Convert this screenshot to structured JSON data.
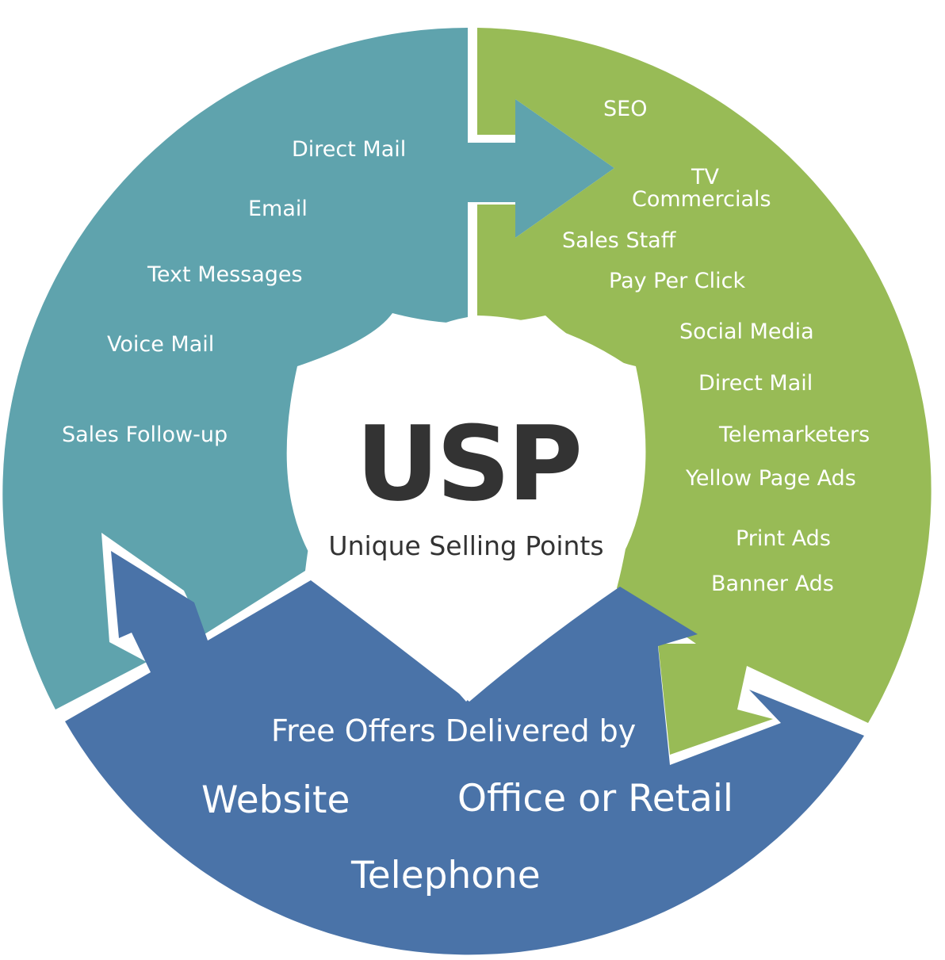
{
  "colors": {
    "teal": "#5fa3ad",
    "green": "#98bb56",
    "blue": "#4a73a8",
    "center": "#ffffff",
    "center_text": "#333333",
    "label_text": "#ffffff"
  },
  "center": {
    "title": "USP",
    "subtitle": "Unique Selling Points"
  },
  "teal_section": {
    "items": [
      "Direct Mail",
      "Email",
      "Text Messages",
      "Voice Mail",
      "Sales Follow-up"
    ]
  },
  "green_section": {
    "items": [
      "SEO",
      "TV",
      "Commercials",
      "Sales Staff",
      "Pay Per Click",
      "Social Media",
      "Direct Mail",
      "Telemarketers",
      "Yellow Page Ads",
      "Print Ads",
      "Banner Ads"
    ]
  },
  "blue_section": {
    "heading": "Free Offers Delivered by",
    "channels": [
      "Website",
      "Office or Retail",
      "Telephone"
    ]
  }
}
